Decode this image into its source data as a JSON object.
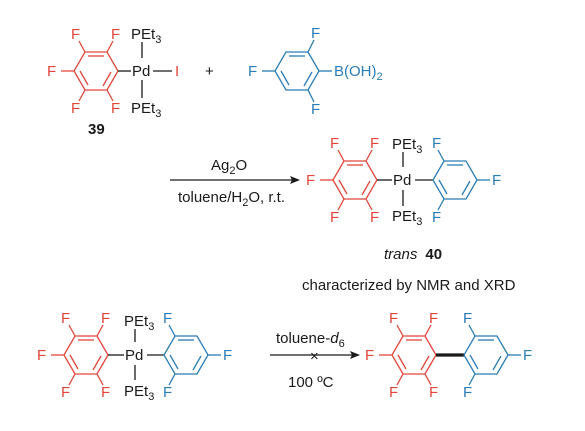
{
  "colors": {
    "pentafluorophenyl": "#e0473a",
    "difluorophenyl": "#2b7db5",
    "text": "#1a1a1a"
  },
  "atoms": {
    "F": "F",
    "Pd": "Pd",
    "I": "I",
    "PEt": "PEt",
    "sub3": "3",
    "BOH": "B(OH)",
    "sub2": "2",
    "plus": "+"
  },
  "compound_39": "39",
  "reaction1": {
    "reagent_main": "Ag",
    "reagent_sub": "2",
    "reagent_end": "O",
    "solvent_a": "toluene/H",
    "solvent_sub": "2",
    "solvent_b": "O, r.t."
  },
  "product": {
    "stereo": "trans",
    "number": "40",
    "note": "characterized by NMR and XRD"
  },
  "reaction2": {
    "solvent": "toluene-",
    "solvent_d": "d",
    "solvent_sub": "6",
    "blocked_mark": "×",
    "temperature": "100 ºC"
  }
}
